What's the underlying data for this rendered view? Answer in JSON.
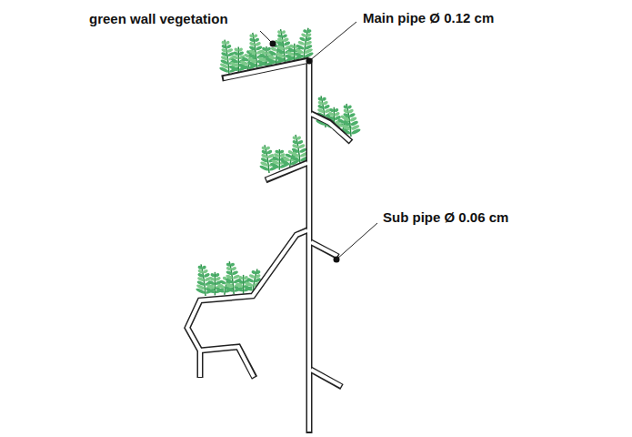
{
  "diagram": {
    "labels": [
      "green wall vegetation",
      "Main pipe Ø 0.12 cm",
      "Sub pipe Ø 0.06 cm"
    ]
  }
}
